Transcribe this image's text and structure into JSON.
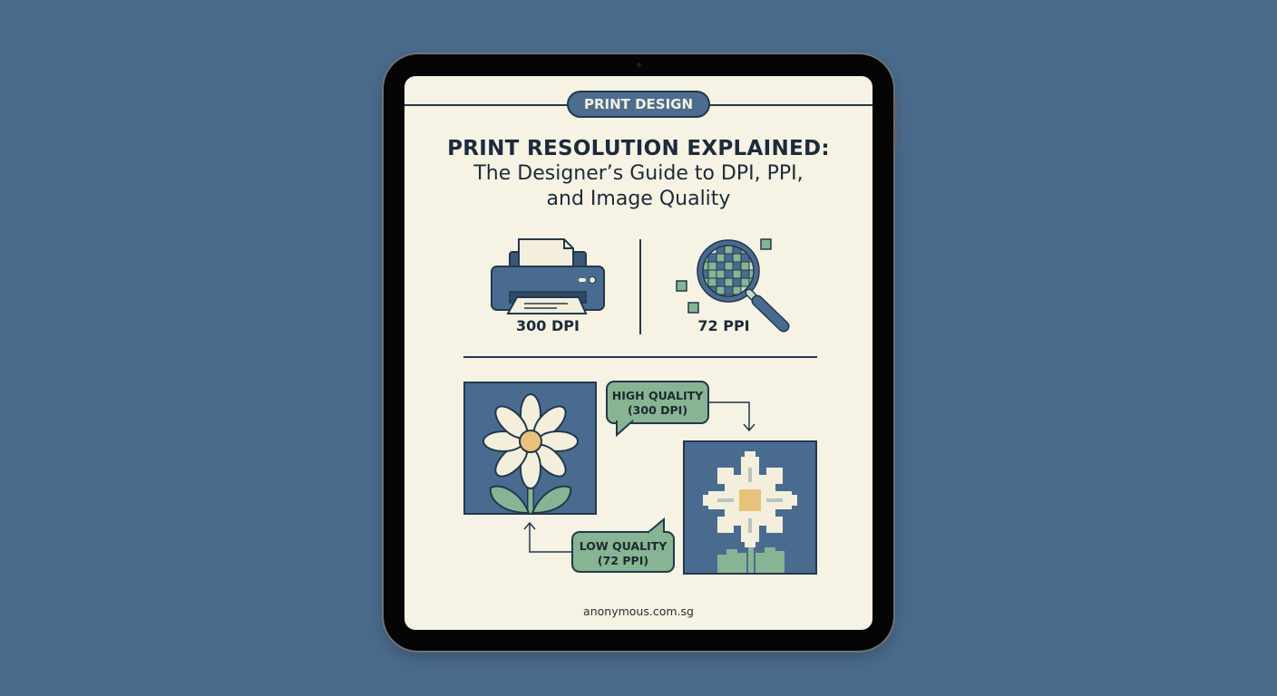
{
  "background_color": "#4b6b8d",
  "device": {
    "type": "tablet",
    "bezel_color": "#050505",
    "screen_color": "#f6f2e4"
  },
  "header": {
    "tag_label": "PRINT DESIGN"
  },
  "title": {
    "line1": "PRINT RESOLUTION EXPLAINED:",
    "line2": "The Designer’s Guide to DPI, PPI,",
    "line3": "and Image Quality"
  },
  "comparison": {
    "left": {
      "icon": "printer-icon",
      "label": "300 DPI"
    },
    "right": {
      "icon": "magnifier-pixels-icon",
      "label": "72 PPI"
    }
  },
  "examples": {
    "high_quality_bubble": {
      "line1": "HIGH QUALITY",
      "line2": "(300 DPI)"
    },
    "low_quality_bubble": {
      "line1": "LOW QUALITY",
      "line2": "(72 PPI)"
    },
    "smooth_image": "flower-smooth",
    "pixelated_image": "flower-pixelated"
  },
  "footer": {
    "text": "anonymous.com.sg"
  },
  "colors": {
    "navy": "#22384d",
    "blue": "#4a6b90",
    "green": "#87b493",
    "cream": "#f6f2e4",
    "petal": "#f3efdc",
    "center": "#e8c27a"
  }
}
